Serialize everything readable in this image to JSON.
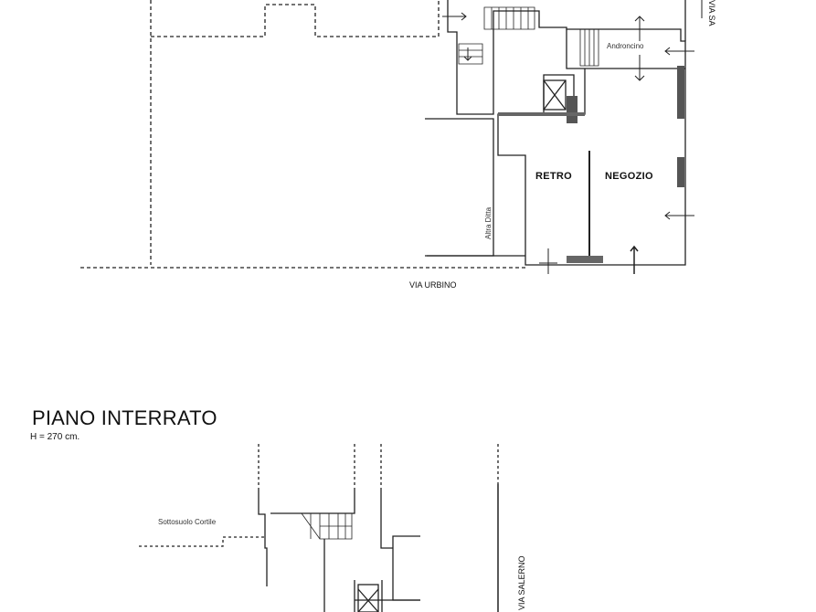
{
  "ground_floor": {
    "rooms": {
      "androncino": "Androncino",
      "retro": "RETRO",
      "negozio": "NEGOZIO",
      "altra_ditta": "Altra Ditta"
    },
    "streets": {
      "bottom": "VIA URBINO",
      "right": "VIA SA"
    }
  },
  "basement": {
    "title": "PIANO INTERRATO",
    "height_note": "H =  270 cm.",
    "label_courtyard": "Sottosuolo Cortile",
    "street_right": "VIA SALERNO"
  }
}
